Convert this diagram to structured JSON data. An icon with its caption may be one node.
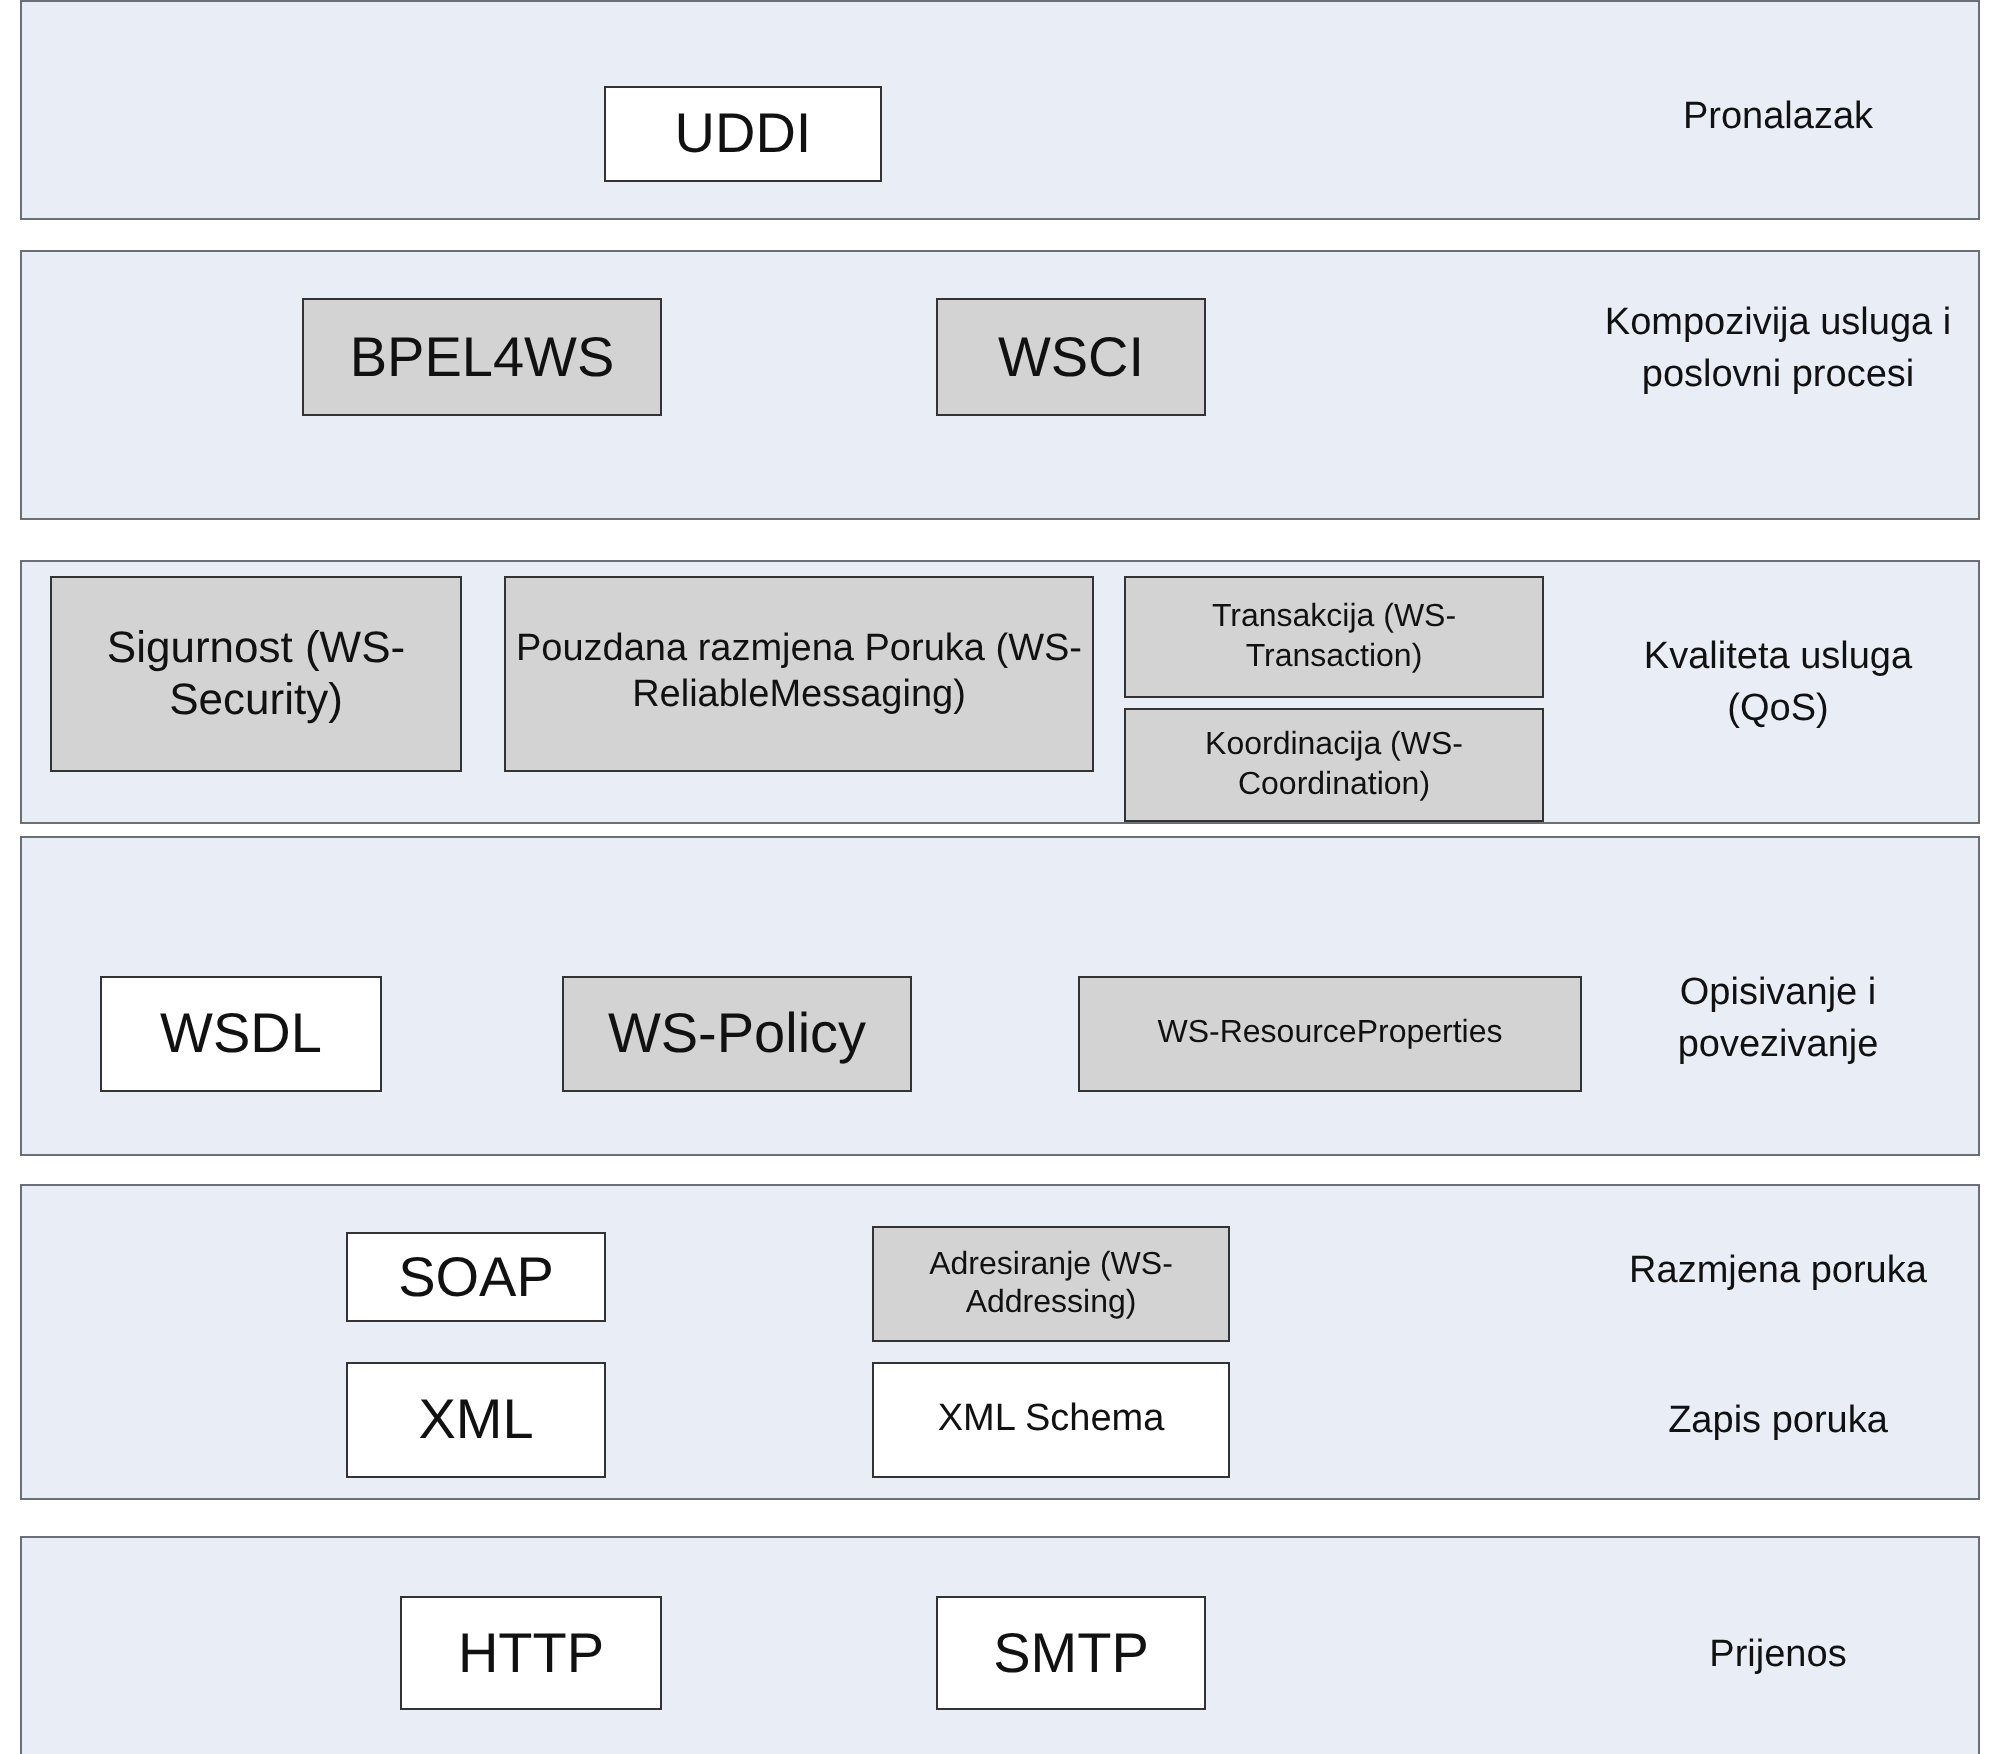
{
  "diagram": {
    "nodes": [
      {
        "text": [
          "Pronalazak"
        ]
      },
      {
        "text": [
          "UDDI"
        ],
        "in": 0
      },
      {
        "text": [
          "Kompozivija usluga i poslovni procesi"
        ]
      },
      {
        "text": [
          "BPEL4WS"
        ],
        "in": 2
      },
      {
        "text": [
          "WSCI"
        ],
        "in": 2
      },
      {
        "text": [
          "Kvaliteta usluga (QoS)"
        ]
      },
      {
        "text": [
          "Sigurnost (WS-Security)"
        ],
        "in": 5
      },
      {
        "text": [
          "Pouzdana razmjena Poruka (WS-ReliableMessaging)"
        ],
        "in": 5
      },
      {
        "text": [
          "Transakcija (WS-Transaction)"
        ],
        "in": 5
      },
      {
        "text": [
          "Koordinacija (WS-Coordination)"
        ],
        "in": 5
      },
      {
        "text": [
          "Opisivanje i povezivanje"
        ]
      },
      {
        "text": [
          "WSDL"
        ],
        "in": 10
      },
      {
        "text": [
          "WS-Policy"
        ],
        "in": 10
      },
      {
        "text": [
          "WS-ResourceProperties"
        ],
        "in": 10
      },
      {
        "text": [
          "Razmjena poruka",
          "Zapis poruka"
        ]
      },
      {
        "text": [
          "SOAP"
        ],
        "in": 14
      },
      {
        "text": [
          "Adresiranje (WS-Addressing)"
        ],
        "in": 14
      },
      {
        "text": [
          "XML"
        ],
        "in": 14
      },
      {
        "text": [
          "XML Schema"
        ],
        "in": 14
      },
      {
        "text": [
          "Prijenos"
        ]
      },
      {
        "text": [
          "HTTP"
        ],
        "in": 19
      },
      {
        "text": [
          "SMTP"
        ],
        "in": 19
      }
    ]
  }
}
